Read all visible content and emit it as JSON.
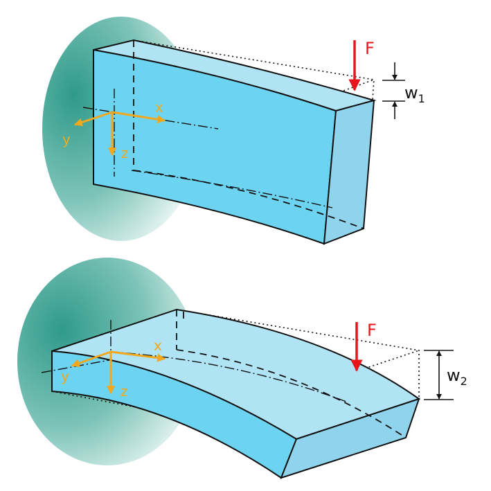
{
  "colors": {
    "beam_front": "#6cd3f0",
    "beam_top": "#b0e3f3",
    "beam_end": "#8fd4ec",
    "wall_dark": "#2f9a8a",
    "wall_light": "#e6f5f2",
    "force": "#e8141c",
    "axis": "#f2a81d",
    "line": "#111111"
  },
  "figure1": {
    "force_label": "F",
    "deflection_label": "w",
    "deflection_subscript": "1",
    "axis_x": "x",
    "axis_y": "y",
    "axis_z": "z"
  },
  "figure2": {
    "force_label": "F",
    "deflection_label": "w",
    "deflection_subscript": "2",
    "axis_x": "x",
    "axis_y": "y",
    "axis_z": "z"
  }
}
